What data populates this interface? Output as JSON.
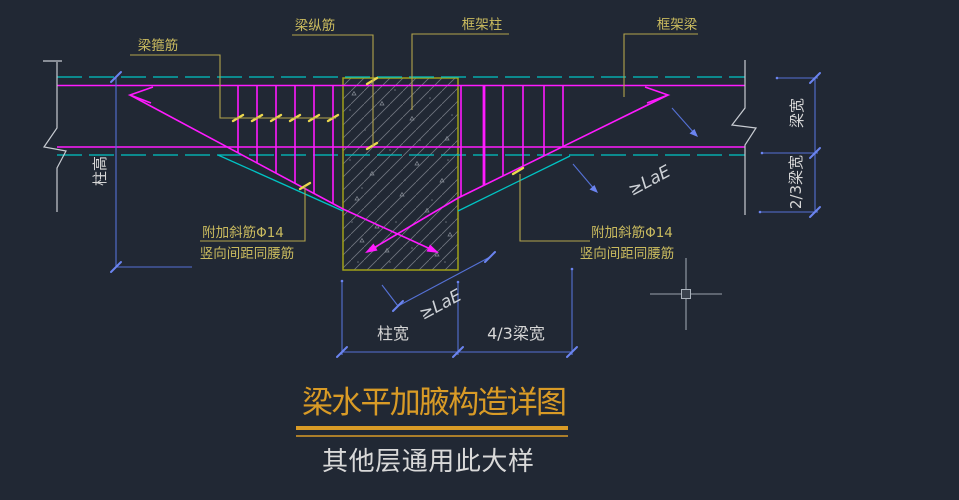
{
  "app": {
    "type": "cad-drawing-viewport",
    "background": "#212834"
  },
  "colors": {
    "background": "#212834",
    "rebar_magenta": "#ff1aff",
    "edge_cyan": "#00c4c4",
    "leader_yellow": "#b3a44c",
    "label_yellow": "#c9ba5e",
    "bar_tick_yellow": "#ecd84e",
    "column_outline_olive": "#a0a018",
    "dimension_blue": "#5571d6",
    "dimension_tick_blue": "#6b84f0",
    "text_white": "#d6d6d6",
    "title_gold": "#d99b26",
    "hatch_gray": "#70757f",
    "break_line_white": "#c8ccd2",
    "crosshair_gray": "#9aa2ac"
  },
  "labels": {
    "beam_stirrup": "梁箍筋",
    "beam_longitudinal": "梁纵筋",
    "frame_column": "框架柱",
    "frame_beam": "框架梁",
    "added_bar_line1": "附加斜筋Φ14",
    "added_bar_line2": "竖向间距同腰筋",
    "anchorage": "≥LaE"
  },
  "dimensions": {
    "column_height": "柱高",
    "beam_width": "梁宽",
    "two_thirds_beam_width": "2/3梁宽",
    "column_width": "柱宽",
    "four_thirds_beam_width": "4/3梁宽"
  },
  "title": {
    "text": "梁水平加腋构造详图",
    "note": "其他层通用此大样"
  }
}
